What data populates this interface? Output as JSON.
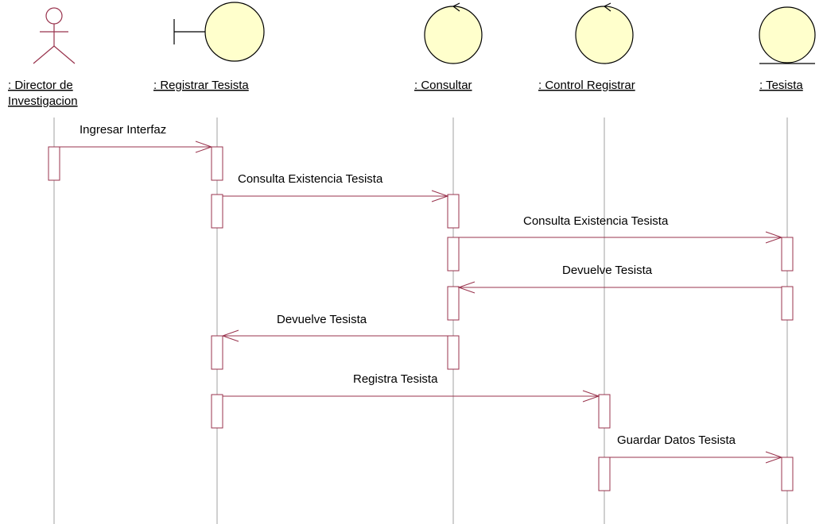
{
  "diagram": {
    "participants": [
      {
        "id": "director",
        "kind": "actor",
        "label_lines": [
          ": Director de",
          "Investigacion"
        ]
      },
      {
        "id": "registrar",
        "kind": "boundary",
        "label_lines": [
          ": Registrar Tesista"
        ]
      },
      {
        "id": "consultar",
        "kind": "control",
        "label_lines": [
          ": Consultar"
        ]
      },
      {
        "id": "control",
        "kind": "control",
        "label_lines": [
          ": Control Registrar"
        ]
      },
      {
        "id": "tesista",
        "kind": "entity",
        "label_lines": [
          ": Tesista"
        ]
      }
    ],
    "messages": [
      {
        "from": "director",
        "to": "registrar",
        "label": "Ingresar Interfaz"
      },
      {
        "from": "registrar",
        "to": "consultar",
        "label": "Consulta Existencia Tesista"
      },
      {
        "from": "consultar",
        "to": "tesista",
        "label": "Consulta Existencia Tesista"
      },
      {
        "from": "tesista",
        "to": "consultar",
        "label": "Devuelve Tesista"
      },
      {
        "from": "consultar",
        "to": "registrar",
        "label": "Devuelve Tesista"
      },
      {
        "from": "registrar",
        "to": "control",
        "label": "Registra Tesista"
      },
      {
        "from": "control",
        "to": "tesista",
        "label": "Guardar Datos Tesista"
      }
    ],
    "colors": {
      "symbol_fill": "#ffffcc",
      "symbol_stroke": "#000000",
      "actor_stroke": "#99334d",
      "message_stroke": "#99334d",
      "activation_stroke": "#99334d",
      "lifeline_stroke": "#a0a0a0"
    }
  }
}
